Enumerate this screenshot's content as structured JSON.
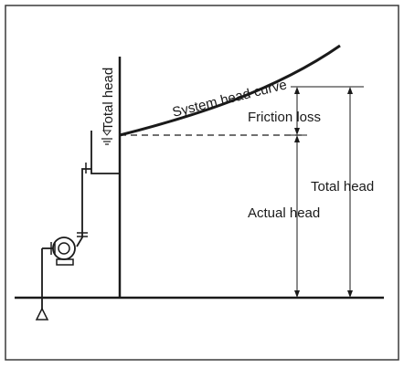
{
  "labels": {
    "axis_label": "Total head",
    "curve_label": "System head curve",
    "friction": "Friction loss",
    "total_head_right": "Total head",
    "actual_head": "Actual head"
  },
  "colors": {
    "ink": "#1a1a1a",
    "background": "#ffffff",
    "frame": "#3a3a3a"
  }
}
